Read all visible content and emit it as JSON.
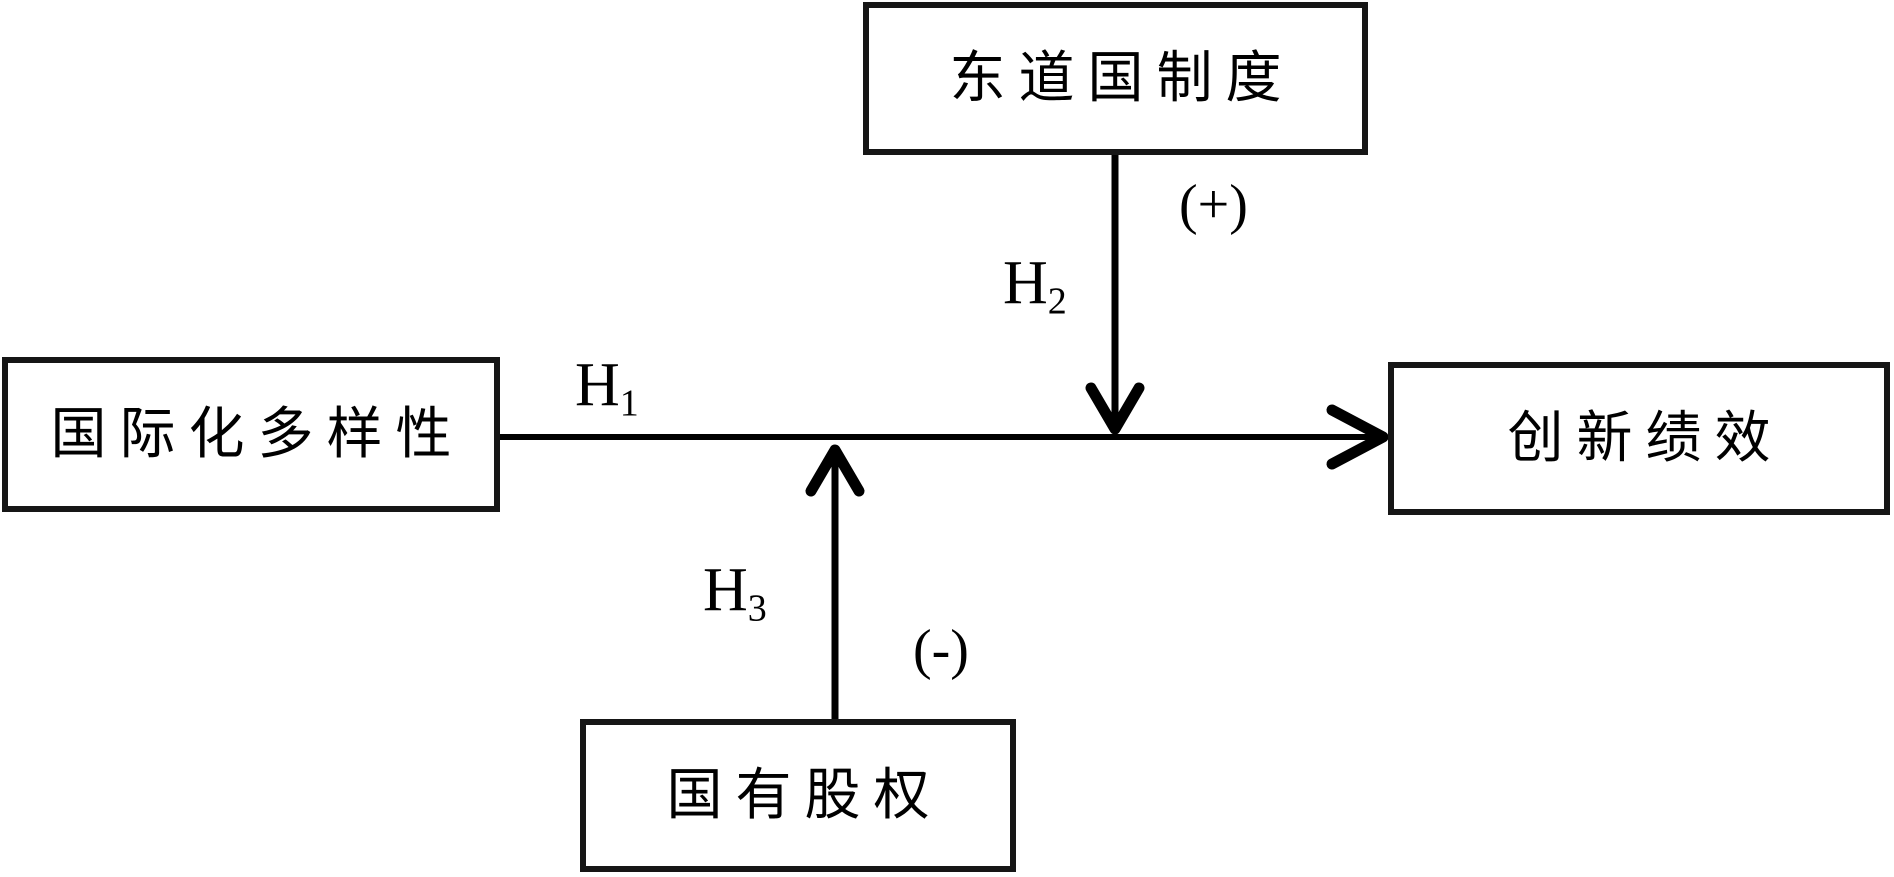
{
  "diagram": {
    "title": "moderation model of internationalization diversity and innovation performance",
    "colors": {
      "background": "#ffffff",
      "line": "#000000",
      "box_border": "#161616",
      "text": "#000000"
    },
    "nodes": {
      "host_institution": {
        "label": "东道国制度"
      },
      "internationalization_diversity": {
        "label": "国际化多样性"
      },
      "innovation_performance": {
        "label": "创新绩效"
      },
      "state_ownership": {
        "label": "国有股权"
      }
    },
    "edges": {
      "h1": {
        "hypothesis": "H",
        "sub": "1"
      },
      "h2": {
        "hypothesis": "H",
        "sub": "2",
        "sign": "(+)"
      },
      "h3": {
        "hypothesis": "H",
        "sub": "3",
        "sign": "(-)"
      }
    }
  }
}
